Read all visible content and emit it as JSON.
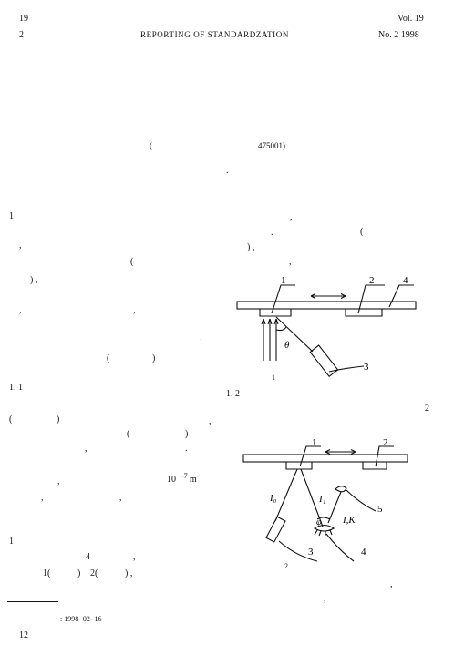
{
  "header": {
    "vol_left": "19",
    "no_left": "2",
    "journal": "REPORTING OF STANDARDZATION",
    "vol_right": "Vol. 19",
    "no_right": "No. 2   1998"
  },
  "affiliation": {
    "open": "(",
    "postcode": "475001)"
  },
  "abstract_dot": ".",
  "left_column": [
    {
      "id": "l1",
      "text": "1"
    },
    {
      "id": "l2",
      "text": ","
    },
    {
      "id": "l3",
      "text": "("
    },
    {
      "id": "l4",
      "text": ") ,"
    },
    {
      "id": "l5",
      "text": ","
    },
    {
      "id": "l6",
      "text": ","
    },
    {
      "id": "l7",
      "text": ":"
    },
    {
      "id": "l8",
      "text": "("
    },
    {
      "id": "l9",
      "text": ")"
    },
    {
      "id": "l10",
      "text": "1. 1"
    },
    {
      "id": "l11",
      "text": "("
    },
    {
      "id": "l12",
      "text": ")"
    },
    {
      "id": "l13",
      "text": ","
    },
    {
      "id": "l14",
      "text": "("
    },
    {
      "id": "l15",
      "text": ")"
    },
    {
      "id": "l16",
      "text": ","
    },
    {
      "id": "l17",
      "text": "."
    },
    {
      "id": "l18",
      "text": ","
    },
    {
      "id": "l19",
      "text": "10"
    },
    {
      "id": "l20",
      "text": "-7"
    },
    {
      "id": "l21",
      "text": "m"
    },
    {
      "id": "l22",
      "text": ","
    },
    {
      "id": "l23",
      "text": ","
    },
    {
      "id": "l24",
      "text": "1"
    },
    {
      "id": "l25",
      "text": "4"
    },
    {
      "id": "l26",
      "text": ","
    },
    {
      "id": "l27",
      "text": "1("
    },
    {
      "id": "l28",
      "text": ")"
    },
    {
      "id": "l29",
      "text": "2("
    },
    {
      "id": "l30",
      "text": ")  ,"
    }
  ],
  "right_column": [
    {
      "id": "r1",
      "text": ","
    },
    {
      "id": "r2",
      "text": "."
    },
    {
      "id": "r3",
      "text": "("
    },
    {
      "id": "r4",
      "text": ") ,"
    },
    {
      "id": "r5",
      "text": ","
    },
    {
      "id": "r6",
      "text": "1. 2"
    },
    {
      "id": "r7",
      "text": "2"
    },
    {
      "id": "r8",
      "text": ","
    },
    {
      "id": "r9",
      "text": ","
    },
    {
      "id": "r10",
      "text": "."
    }
  ],
  "figure1": {
    "labels": {
      "n1": "1",
      "n2": "2",
      "n4": "4",
      "n3": "3",
      "theta": "θ"
    },
    "caption": "1"
  },
  "figure2": {
    "labels": {
      "n1": "1",
      "n2": "2",
      "I0": "I₀",
      "I1": "I₁",
      "phi": "φ",
      "IK": "I,K",
      "n5": "5",
      "n3": "3",
      "n4": "4"
    },
    "caption": "2"
  },
  "footnote": {
    "received": ": 1998-  02-  16"
  },
  "page_number": "12"
}
